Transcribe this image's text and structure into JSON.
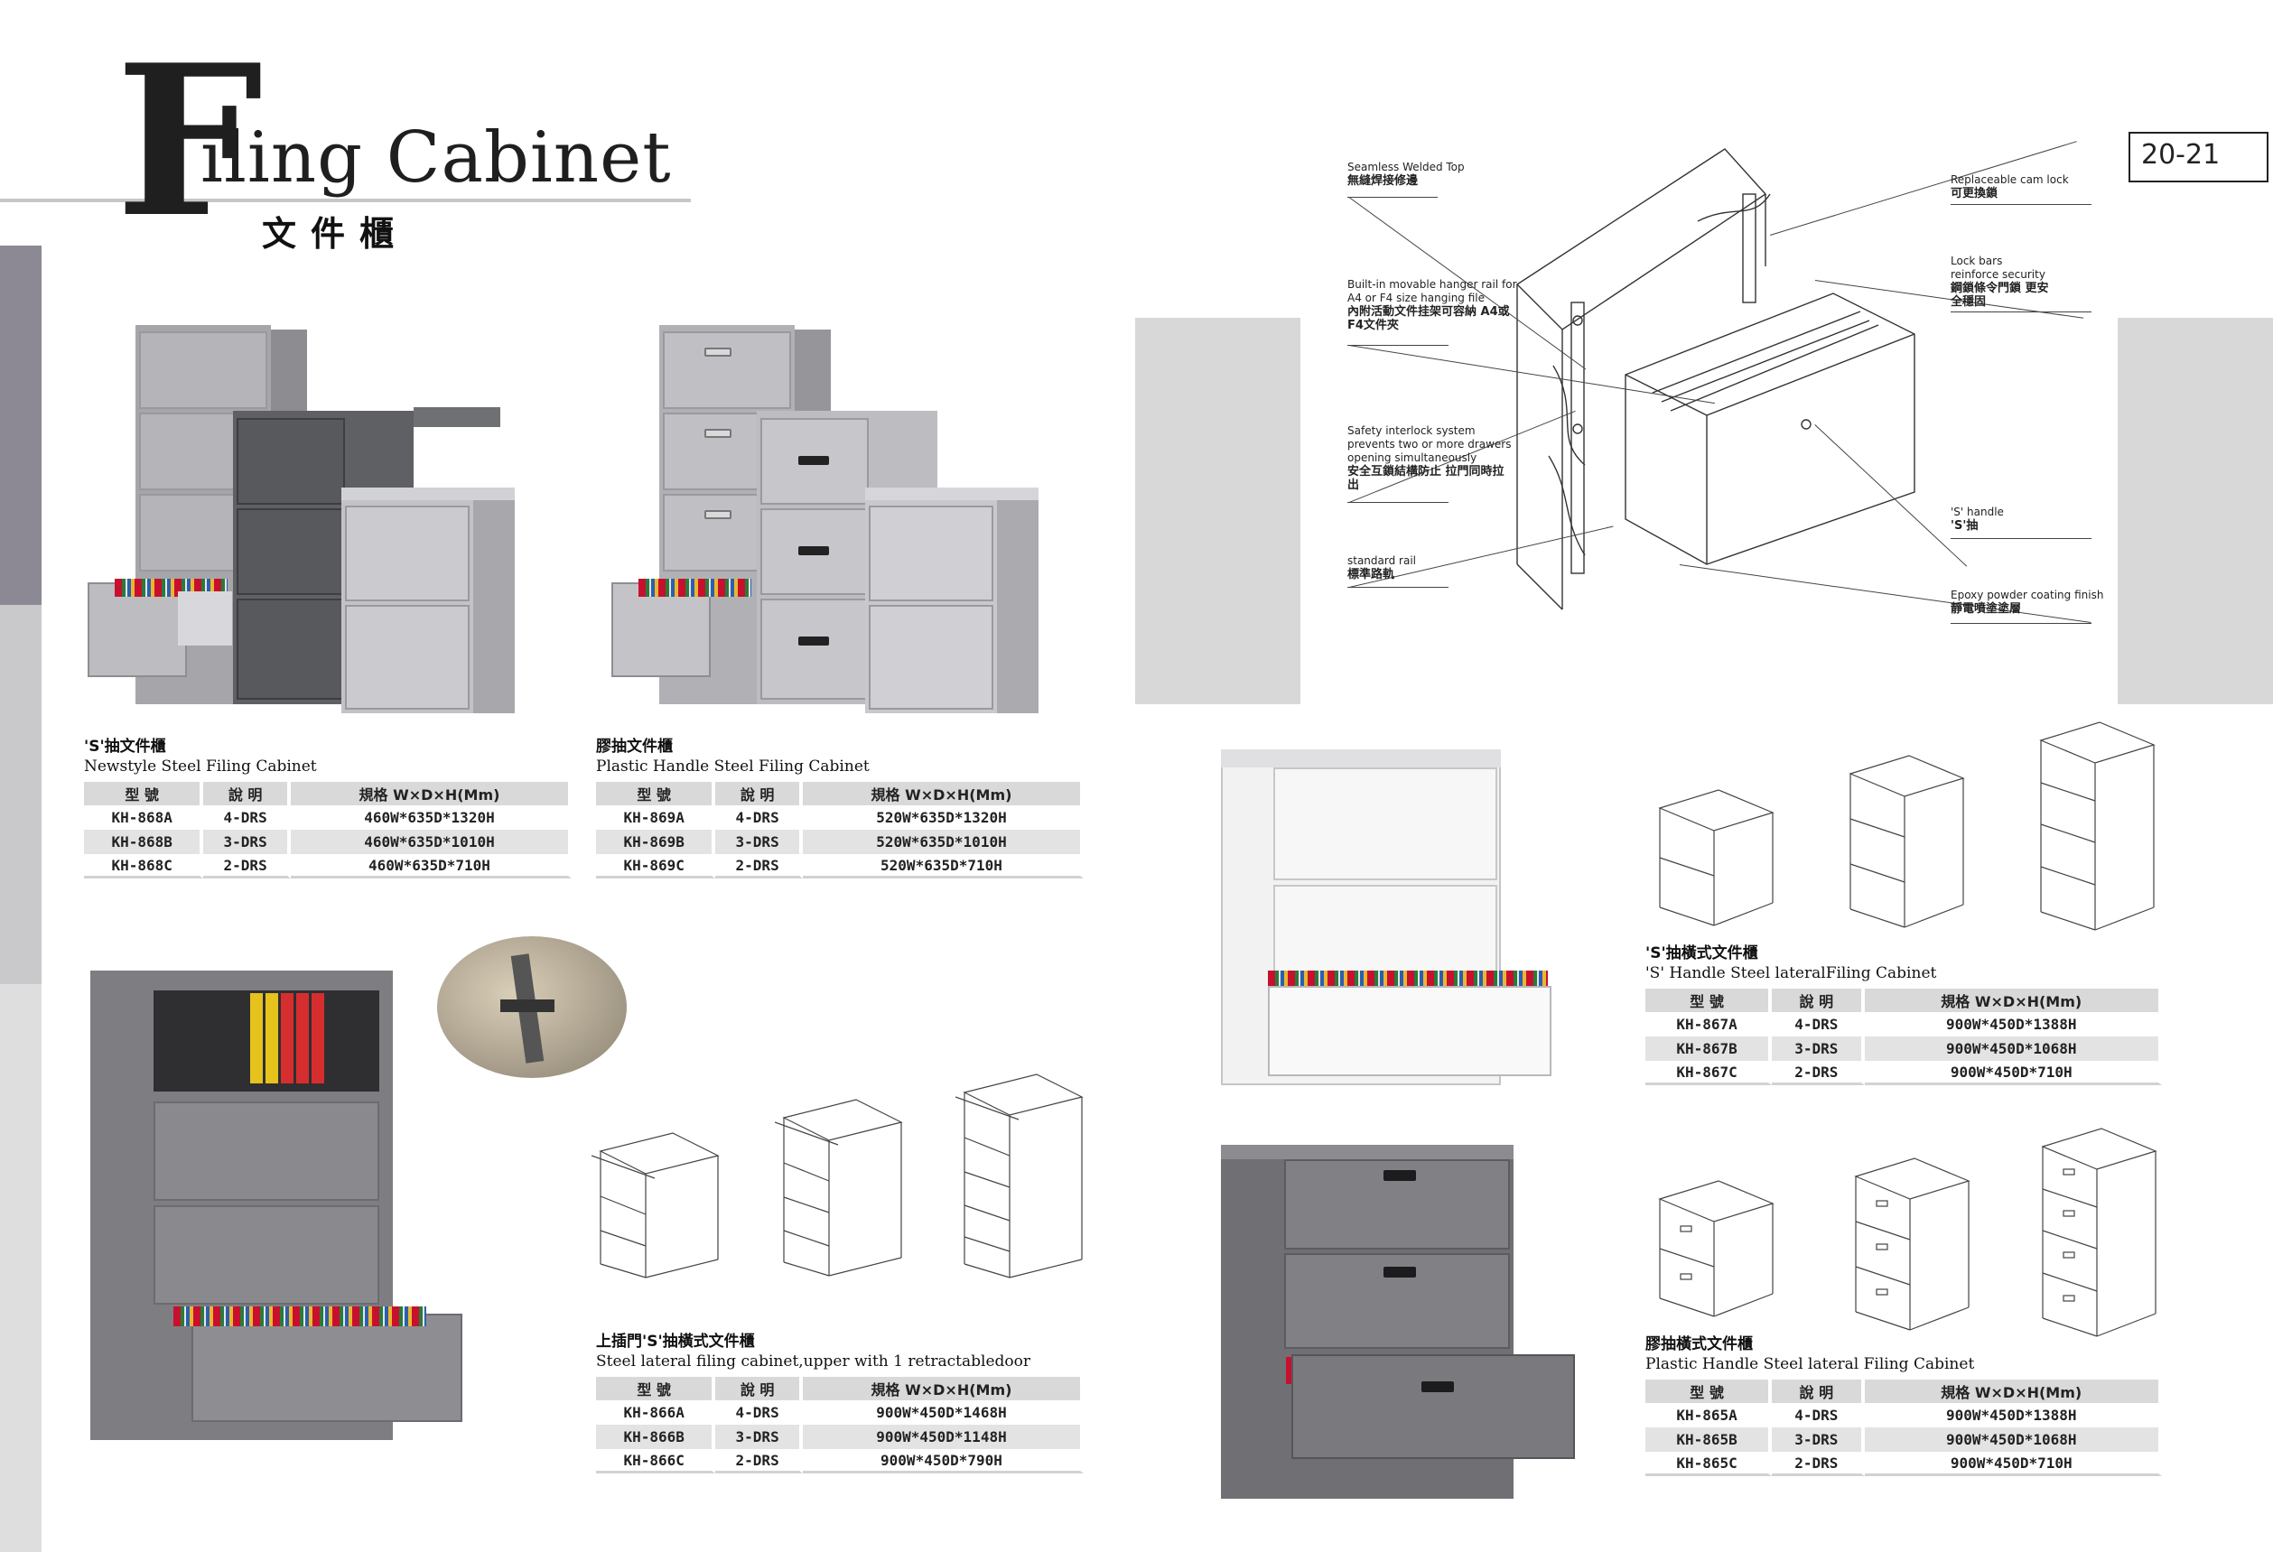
{
  "header": {
    "title_initial": "F",
    "title_rest": "iling Cabinet",
    "title_cn": "文件櫃",
    "page_number": "20-21"
  },
  "diagram": {
    "labels": [
      {
        "en": "Seamless Welded Top",
        "cn": "無縫焊接修邊"
      },
      {
        "en": "Built-in movable hanger rail for A4 or F4 size hanging file",
        "cn": "內附活動文件挂架可容納 A4或F4文件夾"
      },
      {
        "en": "Safety interlock system prevents two or more drawers opening simultaneously",
        "cn": "安全互鎖結構防止 拉門同時拉出"
      },
      {
        "en": "standard rail",
        "cn": "標準路軌"
      },
      {
        "en": "Replaceable cam lock",
        "cn": "可更換鎖"
      },
      {
        "en": "Lock bars reinforce security",
        "cn": "鋼鎖條令門鎖 更安全穩固"
      },
      {
        "en": "'S' handle",
        "cn": "'S'抽"
      },
      {
        "en": "Epoxy powder coating finish",
        "cn": "靜電噴塗塗層"
      }
    ]
  },
  "tables": {
    "t868": {
      "cn_title": "'S'抽文件櫃",
      "en_title": "Newstyle Steel  Filing Cabinet",
      "headers": [
        "型 號",
        "說   明",
        "規格 W×D×H(Mm)"
      ],
      "rows": [
        [
          "KH-868A",
          "4-DRS",
          "460W*635D*1320H"
        ],
        [
          "KH-868B",
          "3-DRS",
          "460W*635D*1010H"
        ],
        [
          "KH-868C",
          "2-DRS",
          "460W*635D*710H"
        ]
      ]
    },
    "t869": {
      "cn_title": "膠抽文件櫃",
      "en_title": "Plastic Handle Steel Filing Cabinet",
      "headers": [
        "型 號",
        "說   明",
        "規格 W×D×H(Mm)"
      ],
      "rows": [
        [
          "KH-869A",
          "4-DRS",
          "520W*635D*1320H"
        ],
        [
          "KH-869B",
          "3-DRS",
          "520W*635D*1010H"
        ],
        [
          "KH-869C",
          "2-DRS",
          "520W*635D*710H"
        ]
      ]
    },
    "t866": {
      "cn_title": "上插門'S'抽橫式文件櫃",
      "en_title": "Steel lateral filing cabinet,upper with 1 retractabledoor",
      "headers": [
        "型 號",
        "說   明",
        "規格 W×D×H(Mm)"
      ],
      "rows": [
        [
          "KH-866A",
          "4-DRS",
          "900W*450D*1468H"
        ],
        [
          "KH-866B",
          "3-DRS",
          "900W*450D*1148H"
        ],
        [
          "KH-866C",
          "2-DRS",
          "900W*450D*790H"
        ]
      ]
    },
    "t867": {
      "cn_title": "'S'抽橫式文件櫃",
      "en_title": "'S' Handle Steel lateralFiling Cabinet",
      "headers": [
        "型 號",
        "說   明",
        "規格 W×D×H(Mm)"
      ],
      "rows": [
        [
          "KH-867A",
          "4-DRS",
          "900W*450D*1388H"
        ],
        [
          "KH-867B",
          "3-DRS",
          "900W*450D*1068H"
        ],
        [
          "KH-867C",
          "2-DRS",
          "900W*450D*710H"
        ]
      ]
    },
    "t865": {
      "cn_title": "膠抽橫式文件櫃",
      "en_title": "Plastic Handle Steel lateral Filing Cabinet",
      "headers": [
        "型 號",
        "說   明",
        "規格 W×D×H(Mm)"
      ],
      "rows": [
        [
          "KH-865A",
          "4-DRS",
          "900W*450D*1388H"
        ],
        [
          "KH-865B",
          "3-DRS",
          "900W*450D*1068H"
        ],
        [
          "KH-865C",
          "2-DRS",
          "900W*450D*710H"
        ]
      ]
    }
  }
}
